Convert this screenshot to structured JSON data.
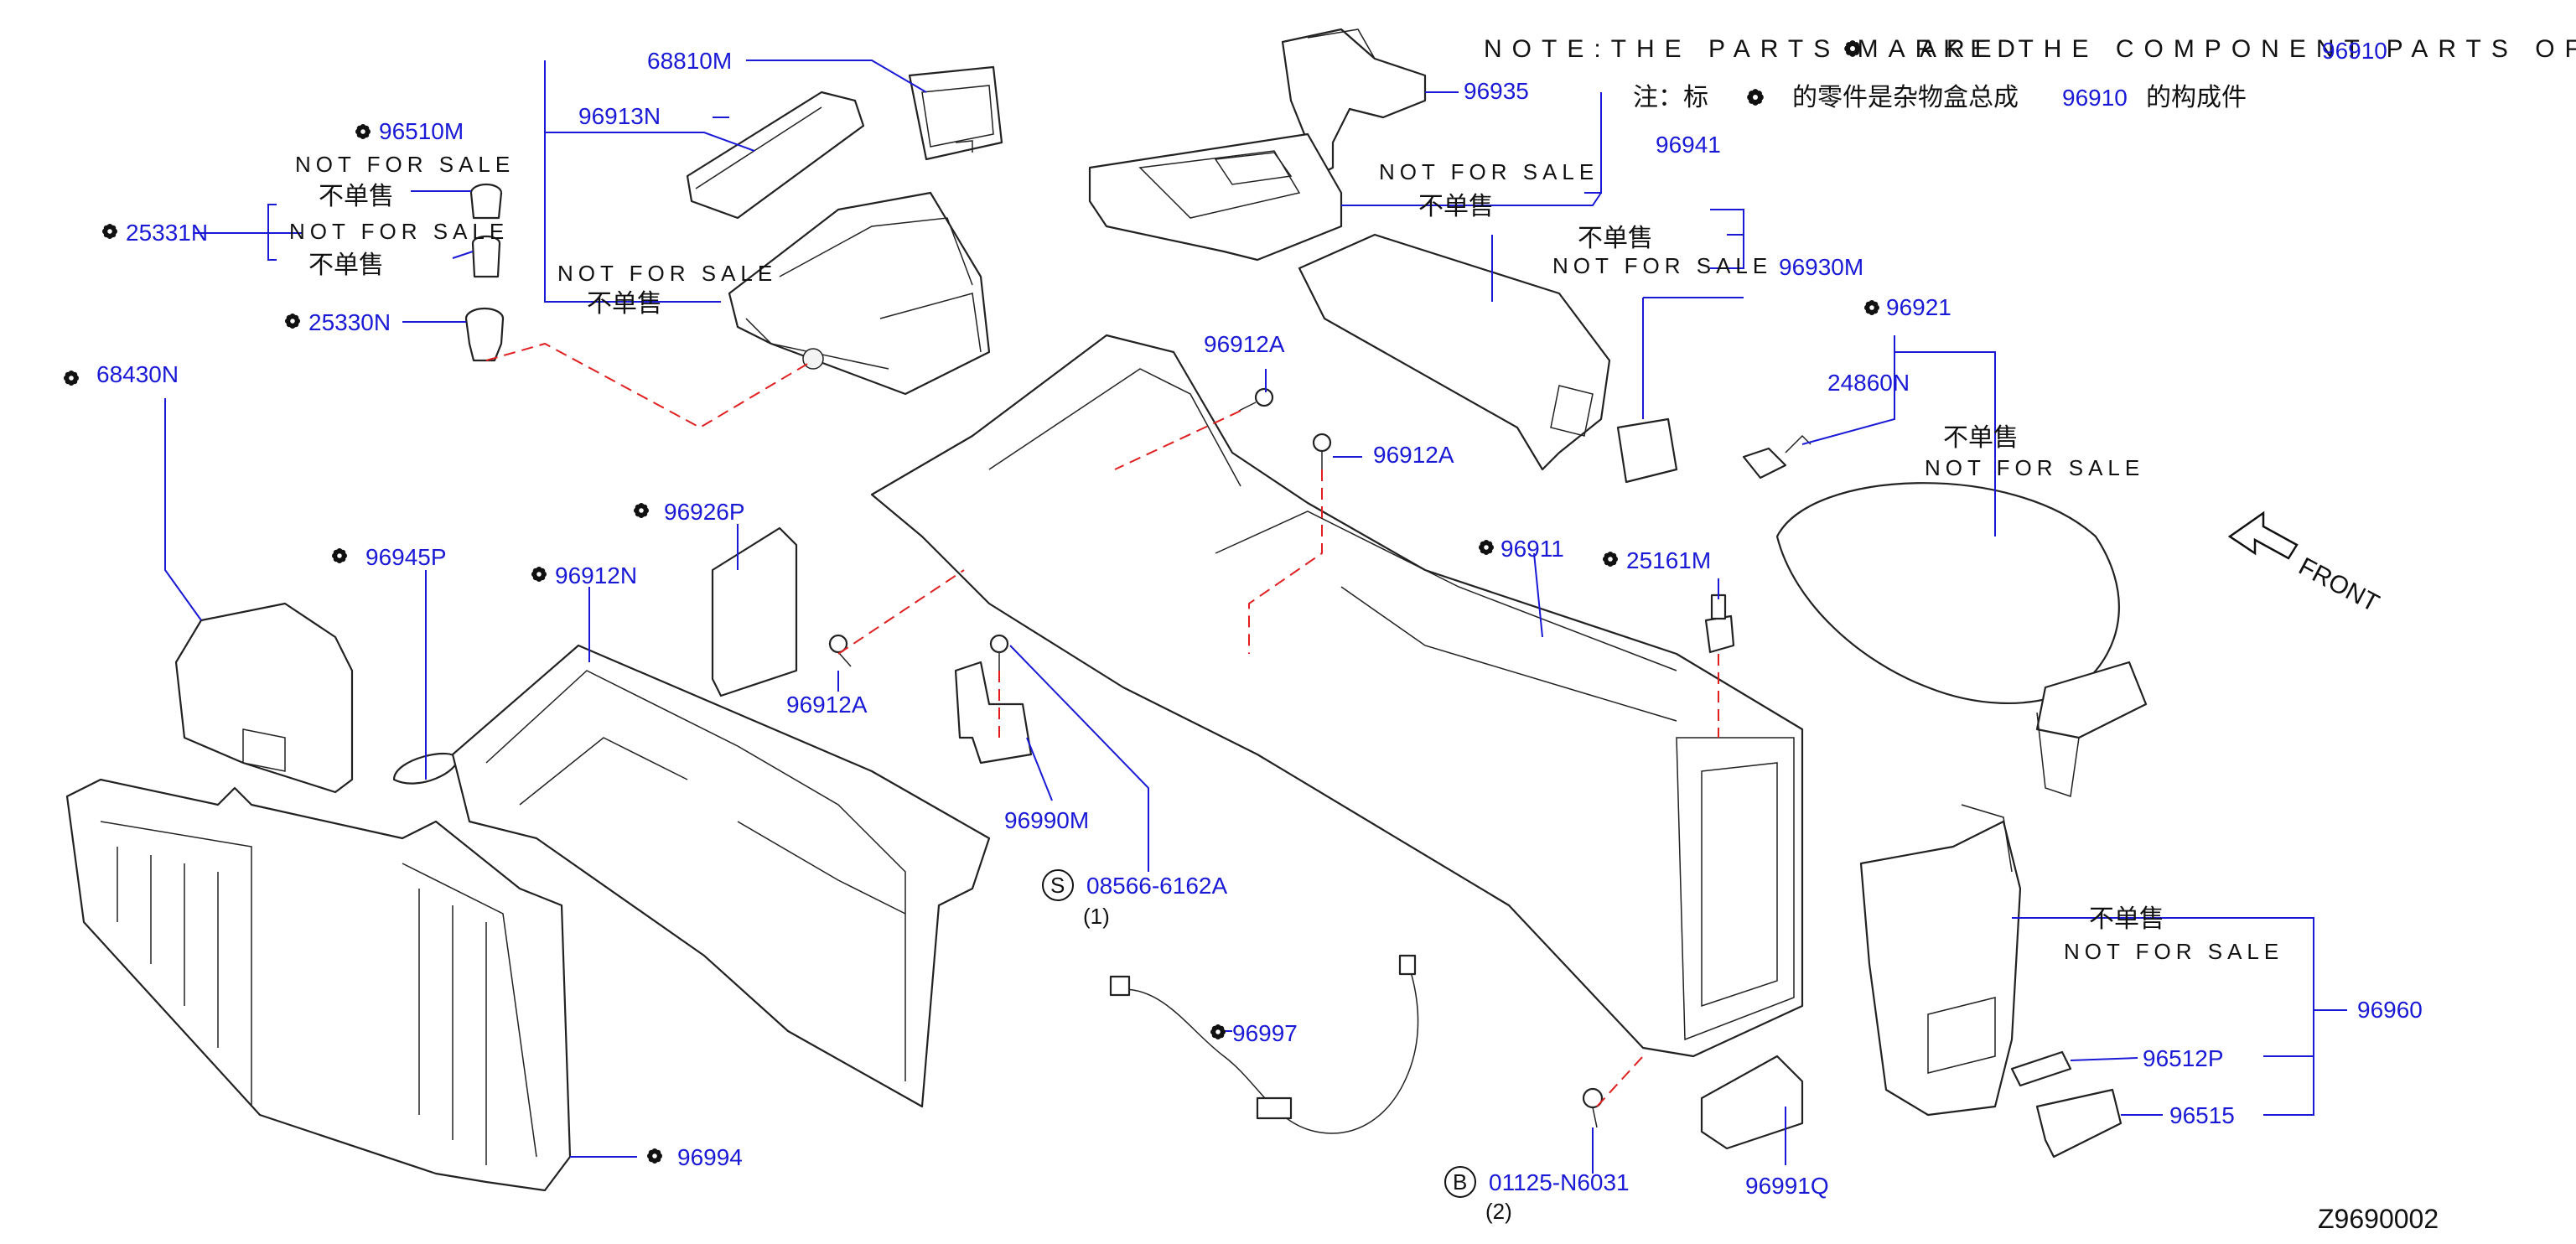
{
  "note": {
    "line1_prefix": "NOTE:THE PARTS MARKED",
    "line1_suffix": "ARE THE COMPONENT PARTS OF",
    "line1_part": "96910",
    "line2_prefix": "注：标",
    "line2_mid": "的零件是杂物盒总成",
    "line2_part": "96910",
    "line2_suffix": "的构成件"
  },
  "not_for_sale_en": "NOT FOR SALE",
  "not_for_sale_cn": "不单售",
  "parts": {
    "p68810M": "68810M",
    "p96913N": "96913N",
    "p96510M": "96510M",
    "p25331N": "25331N",
    "p25330N": "25330N",
    "p68430N": "68430N",
    "p96935": "96935",
    "p96941": "96941",
    "p96930M": "96930M",
    "p96921": "96921",
    "p24860N": "24860N",
    "p96912A_1": "96912A",
    "p96912A_2": "96912A",
    "p96912A_3": "96912A",
    "p96926P": "96926P",
    "p96945P": "96945P",
    "p96912N": "96912N",
    "p96911": "96911",
    "p25161M": "25161M",
    "p96990M": "96990M",
    "p08566": "08566-6162A",
    "p96997": "96997",
    "p01125": "01125-N6031",
    "p96991Q": "96991Q",
    "p96960": "96960",
    "p96512P": "96512P",
    "p96515": "96515",
    "p96994": "96994"
  },
  "circle_s": "S",
  "circle_b": "B",
  "qty_1": "(1)",
  "qty_2": "(2)",
  "front_label": "FRONT",
  "diagram_code": "Z9690002"
}
